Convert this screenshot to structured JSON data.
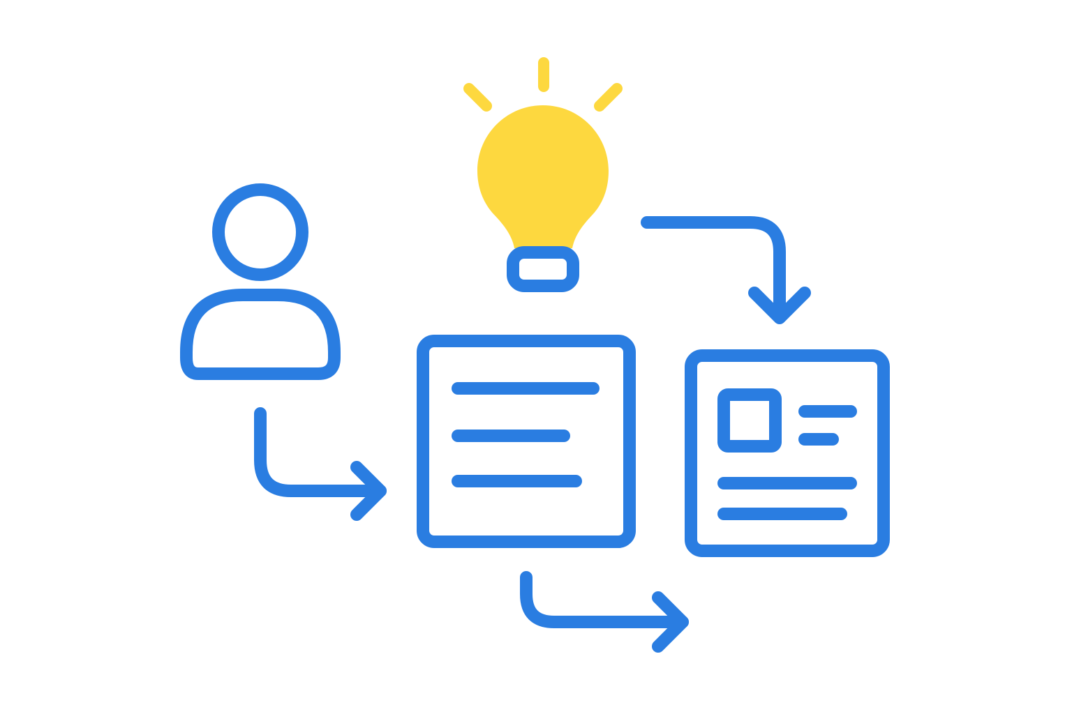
{
  "diagram": {
    "colors": {
      "primary": "#2A7DE1",
      "accent": "#FDD83F",
      "background": "#FFFFFF"
    },
    "nodes": [
      {
        "id": "user",
        "icon": "user-icon"
      },
      {
        "id": "idea",
        "icon": "lightbulb-icon"
      },
      {
        "id": "text-document",
        "icon": "document-lines-icon"
      },
      {
        "id": "profile-card",
        "icon": "profile-card-icon"
      }
    ],
    "edges": [
      {
        "from": "user",
        "to": "text-document"
      },
      {
        "from": "idea",
        "to": "profile-card"
      },
      {
        "from": "text-document",
        "to": "profile-card"
      }
    ]
  }
}
